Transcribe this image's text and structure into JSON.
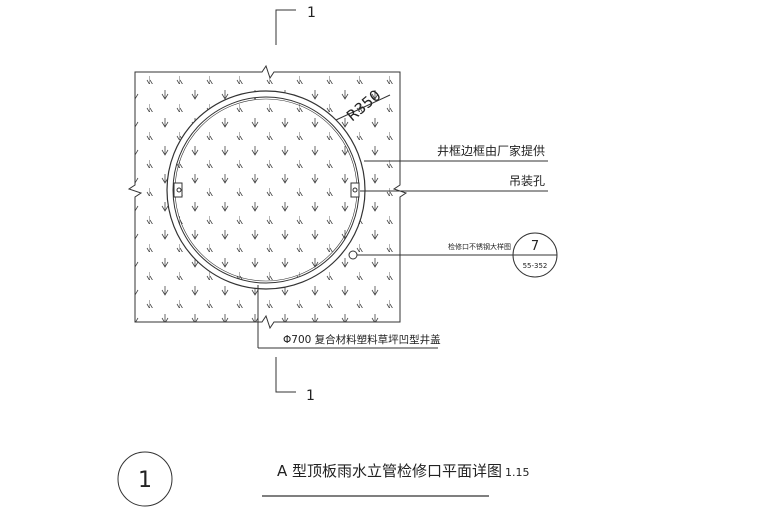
{
  "section_marks": {
    "top": "1",
    "bottom": "1"
  },
  "dimension": {
    "radius": "R350"
  },
  "callouts": {
    "frame": "井框边框由厂家提供",
    "lifting_hole": "吊装孔",
    "detail_ref_label": "检修口不锈钢大样图",
    "detail_ref_number": "7",
    "detail_ref_sheet": "55-352",
    "cover": "Φ700  复合材料塑料草坪凹型井盖"
  },
  "title": {
    "number": "1",
    "text": "A 型顶板雨水立管检修口平面详图",
    "scale": "1.15"
  }
}
